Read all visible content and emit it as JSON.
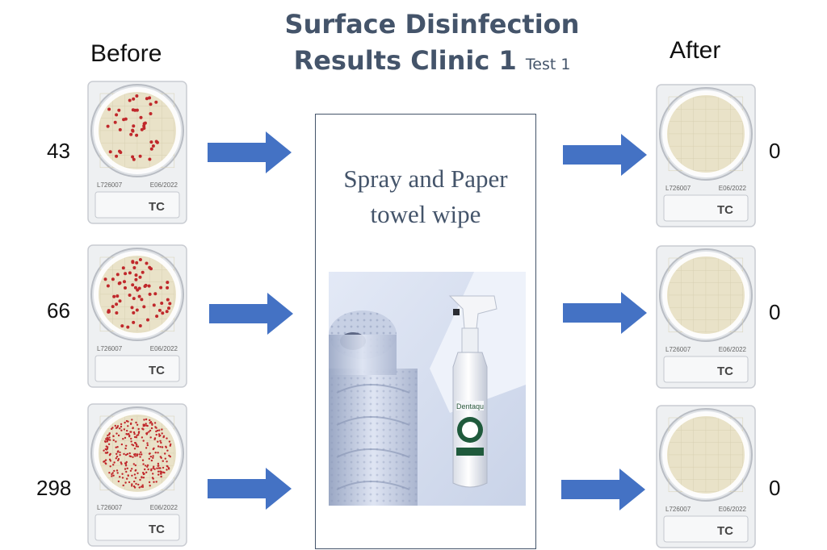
{
  "title": {
    "line1": "Surface Disinfection",
    "line2": "Results Clinic 1",
    "subtitle": "Test 1"
  },
  "columns": {
    "before": "Before",
    "after": "After"
  },
  "method": {
    "line1": "Spray and Paper",
    "line2": "towel wipe"
  },
  "rows": [
    {
      "before_count": "43",
      "after_count": "0",
      "lot": "L726007",
      "expiry": "E06/2022",
      "plate_code": "TC"
    },
    {
      "before_count": "66",
      "after_count": "0",
      "lot": "L726007",
      "expiry": "E06/2022",
      "plate_code": "TC"
    },
    {
      "before_count": "298",
      "after_count": "0",
      "lot": "L726007",
      "expiry": "E06/2022",
      "plate_code": "TC"
    }
  ],
  "colors": {
    "title": "#44546a",
    "arrow": "#4472c4",
    "colony": "#c0282b",
    "agar": "#e9e2c8"
  },
  "icons": {
    "arrow": "right-arrow-icon"
  }
}
